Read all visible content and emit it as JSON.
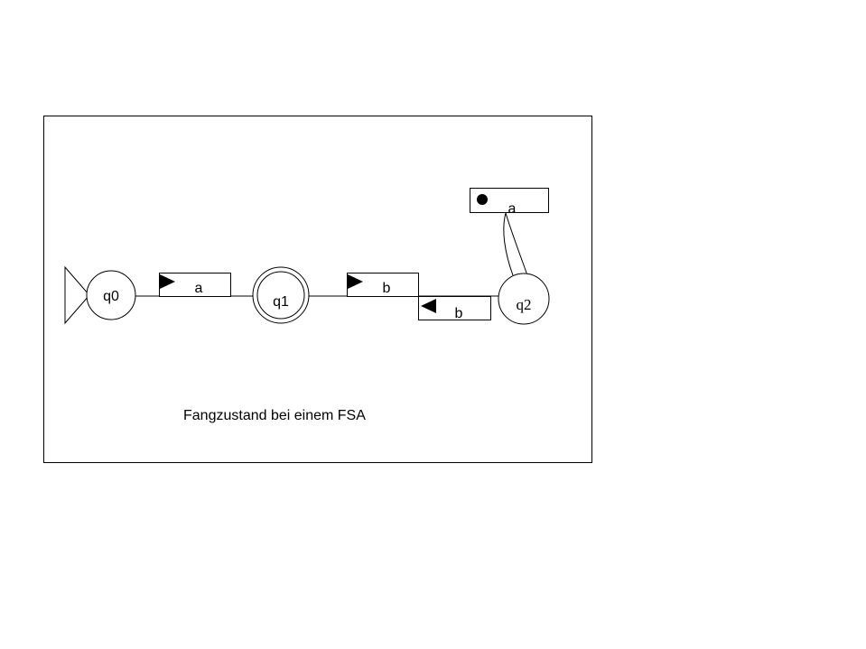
{
  "colors": {
    "background": "#ffffff",
    "stroke": "#000000"
  },
  "states": {
    "q0": {
      "label": "q0",
      "initial": true,
      "accepting": false
    },
    "q1": {
      "label": "q1",
      "initial": false,
      "accepting": true
    },
    "q2": {
      "label": "q2",
      "initial": false,
      "accepting": false
    }
  },
  "transitions": {
    "q0_q1": {
      "symbol": "a",
      "direction": "right"
    },
    "q1_q2": {
      "symbol": "b",
      "direction": "right"
    },
    "q2_q1": {
      "symbol": "b",
      "direction": "left"
    },
    "q2_q2": {
      "symbol": "a",
      "direction": "loop"
    }
  },
  "caption": "Fangzustand bei einem FSA"
}
